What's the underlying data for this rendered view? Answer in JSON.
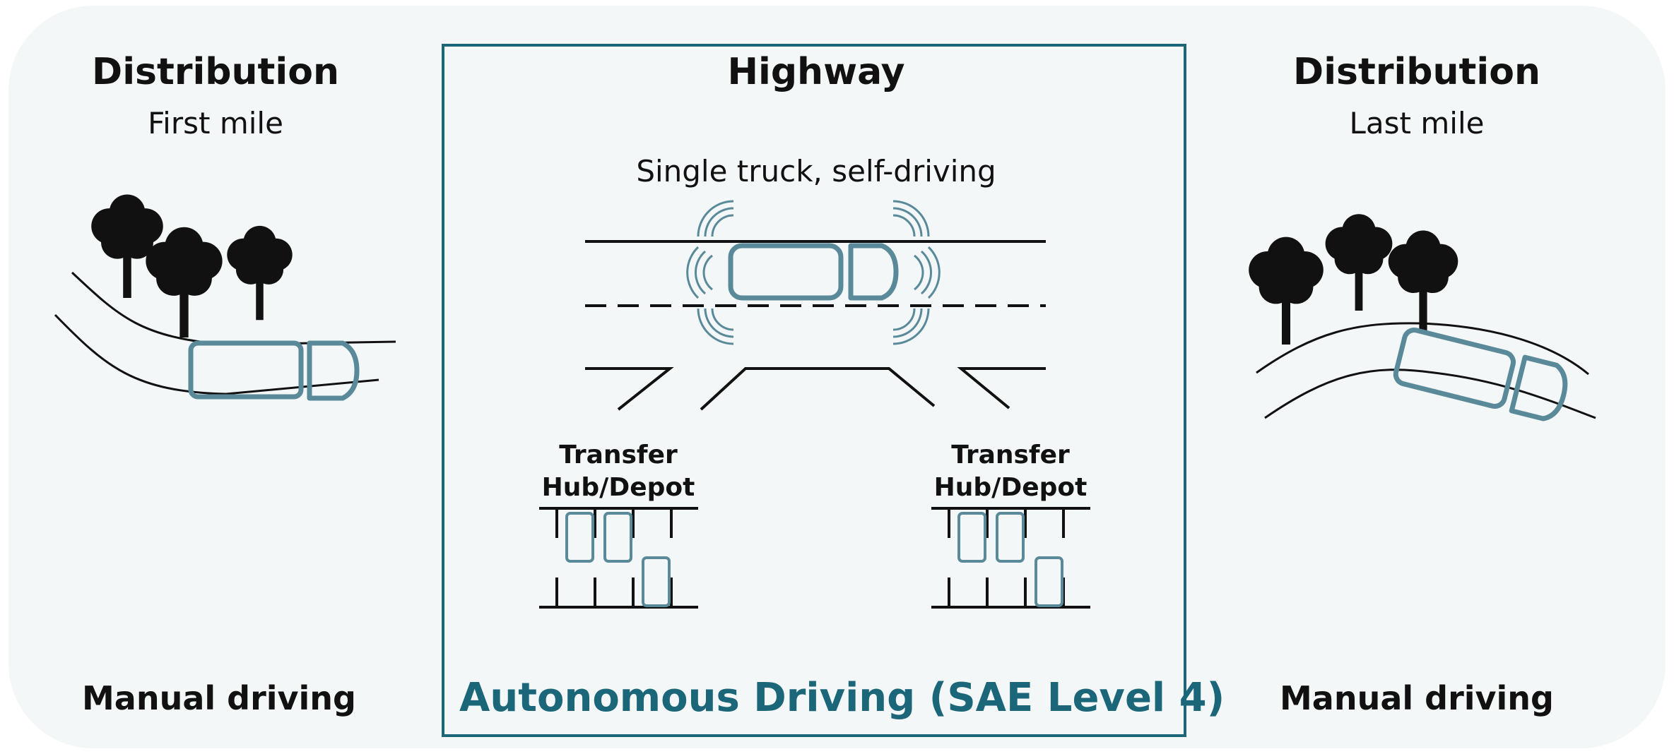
{
  "left": {
    "title": "Distribution",
    "subtitle": "First mile",
    "footer": "Manual driving"
  },
  "center": {
    "title": "Highway",
    "subtitle": "Single truck, self-driving",
    "hub_left_line1": "Transfer",
    "hub_left_line2": "Hub/Depot",
    "hub_right_line1": "Transfer",
    "hub_right_line2": "Hub/Depot",
    "footer": "Autonomous Driving (SAE Level 4)"
  },
  "right": {
    "title": "Distribution",
    "subtitle": "Last mile",
    "footer": "Manual driving"
  },
  "colors": {
    "panel_bg": "#f3f7f8",
    "accent": "#1b6679",
    "truck": "#5a8a9a",
    "ink": "#111111"
  },
  "icons": [
    "tree-icon",
    "truck-icon",
    "sensor-wave-icon",
    "road-icon",
    "parking-lot-icon"
  ]
}
